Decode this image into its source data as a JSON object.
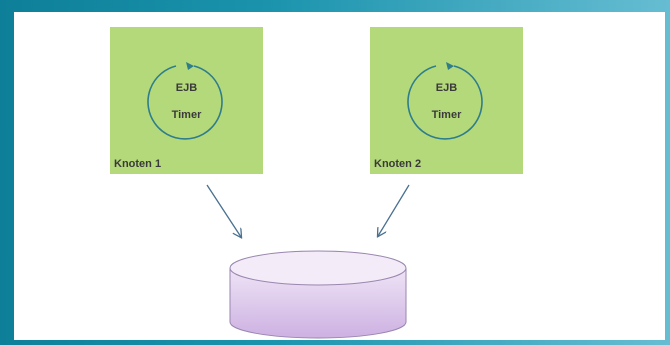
{
  "nodes": [
    {
      "timer_line1": "EJB",
      "timer_line2": "Timer",
      "label": "Knoten 1"
    },
    {
      "timer_line1": "EJB",
      "timer_line2": "Timer",
      "label": "Knoten 2"
    }
  ],
  "colors": {
    "node_fill": "#b4d97a",
    "cycle_stroke": "#2e7d8c",
    "arrow": "#4a7090",
    "database_fill": "#dcc6ec",
    "database_stroke": "#9a86b0",
    "frame": "#1b93ad"
  },
  "icons": {
    "timer": "circular-arrow-icon",
    "storage": "database-cylinder-icon"
  }
}
